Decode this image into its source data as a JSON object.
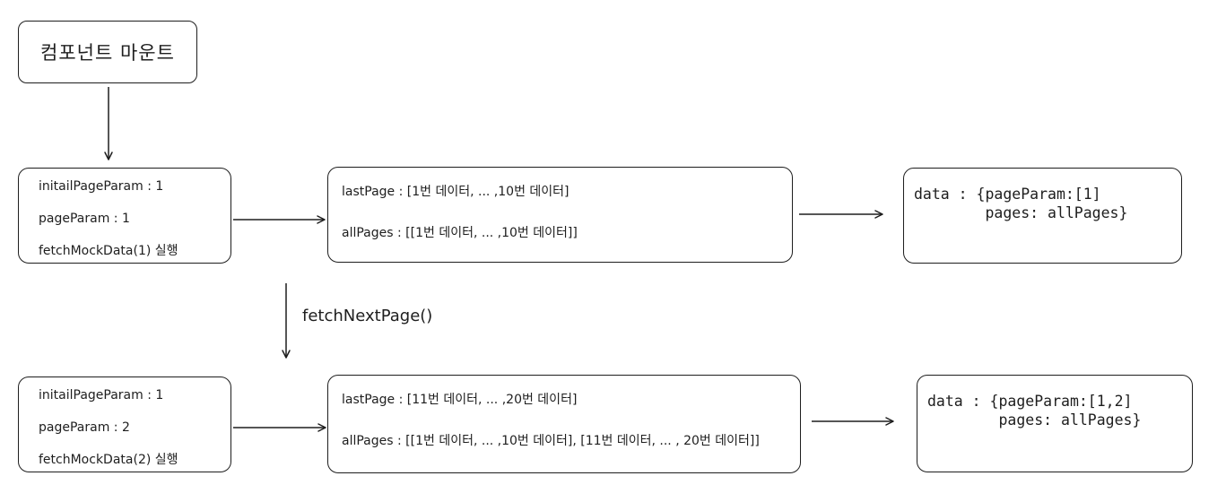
{
  "colors": {
    "stroke": "#1e1e1e",
    "background": "#ffffff"
  },
  "diagram": {
    "mount": {
      "label": "컴포넌트 마운트"
    },
    "transition_label": "fetchNextPage()",
    "step1": {
      "state_box": {
        "lines": [
          "initailPageParam : 1",
          "pageParam : 1",
          "fetchMockData(1) 실행"
        ]
      },
      "response_box": {
        "lines": [
          "lastPage : [1번 데이터, ... ,10번 데이터]",
          "allPages : [[1번 데이터, ... ,10번 데이터]]"
        ]
      },
      "data_box": {
        "lines": [
          "data : {pageParam:[1]",
          "        pages: allPages}"
        ]
      }
    },
    "step2": {
      "state_box": {
        "lines": [
          "initailPageParam : 1",
          "pageParam : 2",
          "fetchMockData(2) 실행"
        ]
      },
      "response_box": {
        "lines": [
          "lastPage : [11번 데이터, ... ,20번 데이터]",
          "allPages : [[1번 데이터, ... ,10번 데이터], [11번 데이터, ... , 20번 데이터]]"
        ]
      },
      "data_box": {
        "lines": [
          "data : {pageParam:[1,2]",
          "        pages: allPages}"
        ]
      }
    }
  }
}
